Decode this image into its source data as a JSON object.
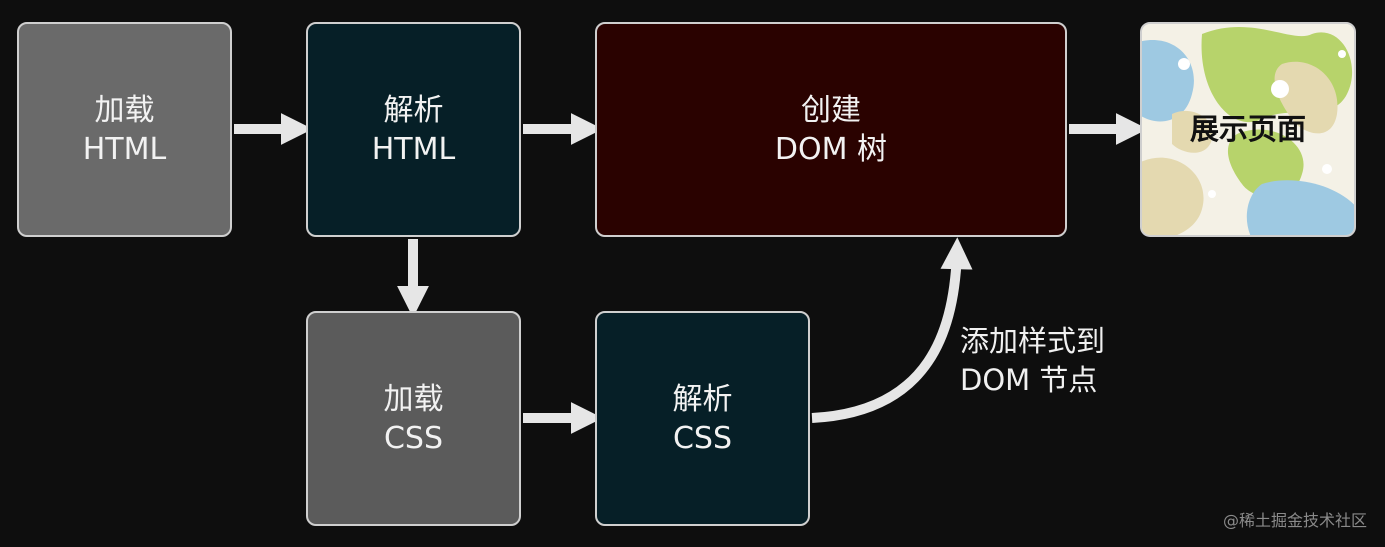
{
  "nodes": {
    "load_html": {
      "line1": "加载",
      "line2": "HTML"
    },
    "parse_html": {
      "line1": "解析",
      "line2": "HTML"
    },
    "create_dom": {
      "line1": "创建",
      "line2": "DOM 树"
    },
    "display": {
      "label": "展示页面"
    },
    "load_css": {
      "line1": "加载",
      "line2": "CSS"
    },
    "parse_css": {
      "line1": "解析",
      "line2": "CSS"
    }
  },
  "edge_label": {
    "line1": "添加样式到",
    "line2": "DOM 节点"
  },
  "watermark": "@稀土掘金技术社区",
  "colors": {
    "background": "#0e0e0e",
    "load_box": "#6a6a6a",
    "parse_box": "#061f27",
    "dom_box": "#2a0200",
    "arrow": "#e6e6e6"
  }
}
